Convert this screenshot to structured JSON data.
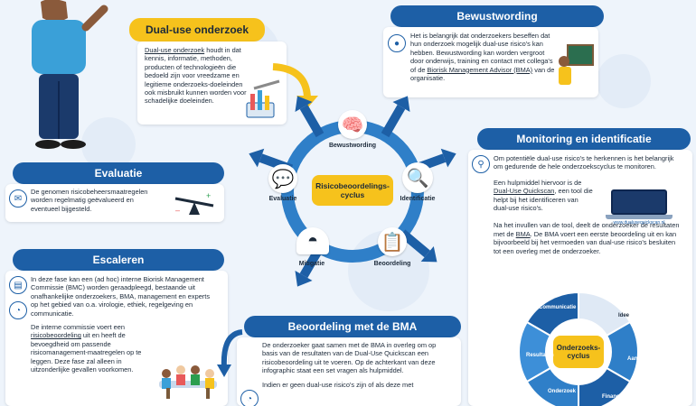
{
  "dual_use": {
    "title": "Dual-use onderzoek",
    "text_link": "Dual-use onderzoek",
    "text": " houdt in dat kennis, informatie, methoden, producten of technologieën die bedoeld zijn voor vreedzame en legitieme onderzoeks-doeleinden ook misbruikt kunnen worden voor schadelijke doeleinden."
  },
  "bewustwording": {
    "title": "Bewustwording",
    "text": "Het is belangrijk dat onderzoekers beseffen dat hun onderzoek mogelijk dual-use risico's kan hebben. Bewustwording kan worden vergroot door onderwijs, training en contact met collega's of de ",
    "link": "Biorisk Management Advisor (BMA)",
    "tail": " van de organisatie."
  },
  "evaluatie": {
    "title": "Evaluatie",
    "text": "De genomen risicobeheersmaatregelen worden regelmatig geëvalueerd en eventueel bijgesteld."
  },
  "escaleren": {
    "title": "Escaleren",
    "p1": "In deze fase kan een (ad hoc) interne Biorisk Management Commissie (BMC) worden geraadpleegd, bestaande uit onafhankelijke onderzoekers, BMA, management en experts op het gebied van o.a. virologie, ethiek, regelgeving en communicatie.",
    "p2_a": "De interne commissie voert een ",
    "p2_link": "risicobeoordeling",
    "p2_b": " uit en heeft de bevoegdheid om passende risicomanagement-maatregelen op te leggen. Deze fase zal alleen in uitzonderlijke gevallen voorkomen."
  },
  "monitoring": {
    "title": "Monitoring en identificatie",
    "p1": "Om potentiële dual-use risico's te herkennen is het belangrijk om gedurende de hele onderzoekscyclus te monitoren.",
    "p2_a": "Een hulpmiddel hiervoor is de ",
    "p2_link": "Dual-Use Quickscan",
    "p2_b": ", een tool die helpt bij het identificeren van dual-use risico's.",
    "url": "www.dualusequickscan.nl",
    "p3_a": "Na het invullen van de tool, deelt de onderzoeker de resultaten met de ",
    "p3_link": "BMA",
    "p3_b": ". De BMA voert een eerste beoordeling uit en kan bijvoorbeeld bij het vermoeden van dual-use risico's besluiten tot een overleg met de onderzoeker."
  },
  "bma": {
    "title": "Beoordeling met de BMA",
    "p1": "De onderzoeker gaat samen met de BMA in overleg om op basis van de resultaten van de Dual-Use Quickscan een risicobeoordeling uit te voeren. Op de achterkant van deze infographic staat een set vragen als hulpmiddel.",
    "p2": "Indien er geen dual-use risico's zijn of als deze met"
  },
  "cycle": {
    "center": "Risicobeoordelings-cyclus",
    "steps": [
      "Bewustwording",
      "Identificatie",
      "Beoordeling",
      "Mitigatie",
      "Evaluatie"
    ]
  },
  "research_cycle": {
    "center": "Onderzoeks-cyclus",
    "steps": [
      "Communicatie",
      "Idee",
      "Aanvraag",
      "Financiering",
      "Onderzoek",
      "Resultaten"
    ]
  },
  "colors": {
    "primary": "#1d5fa6",
    "accent": "#f6c21c",
    "light": "#eef4fb"
  },
  "icons": {
    "evaluatie": "chat-bubble-icon",
    "bewustwording": "brain-head-icon",
    "identificatie": "magnifier-icon",
    "beoordeling": "clipboard-icon",
    "mitigatie": "gauge-icon"
  }
}
